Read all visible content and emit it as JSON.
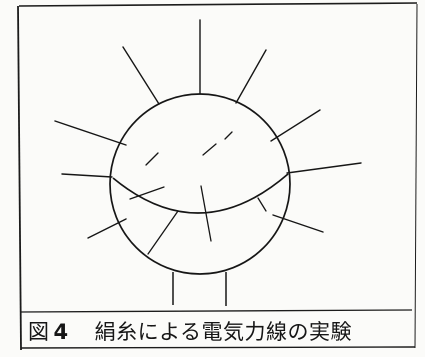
{
  "figure": {
    "label_prefix": "図",
    "number": "4",
    "caption": "絹糸による電気力線の実験"
  },
  "colors": {
    "ink": "#161616",
    "paper": "#fbfbf9"
  }
}
